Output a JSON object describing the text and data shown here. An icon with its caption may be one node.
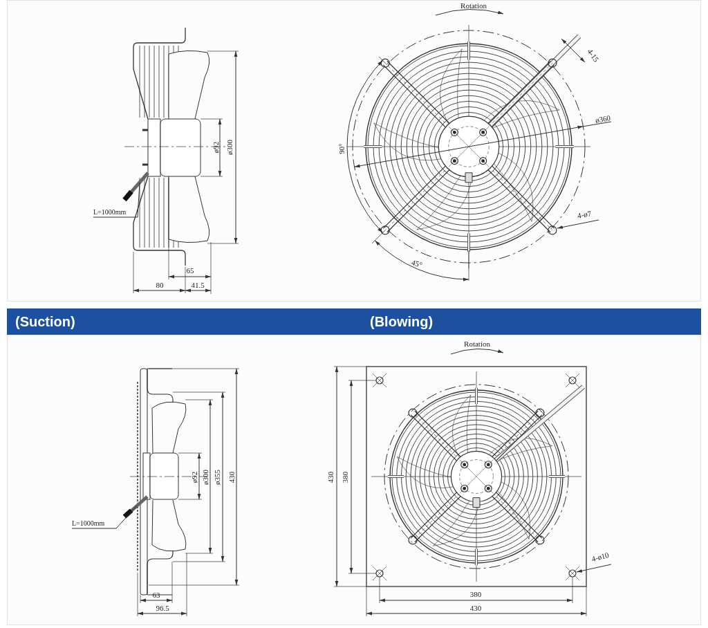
{
  "diagram": {
    "nodes": [
      {
        "text": [
          "L=1000mm"
        ]
      },
      {
        "text": [
          "L=1000mm"
        ]
      }
    ],
    "edges": [
      {
        "from": 0,
        "to": null,
        "arrow": "none"
      },
      {
        "from": 1,
        "to": null,
        "arrow": "none"
      }
    ],
    "labels": [
      "ø92",
      "ø300",
      "65",
      "80",
      "41.5",
      "Rotation",
      "4-15",
      "ø360",
      "90°",
      "4-ø7",
      "45°",
      "(Suction)",
      "(Blowing)",
      "ø92",
      "ø300",
      "ø355",
      "430",
      "63",
      "96.5",
      "Rotation",
      "430",
      "380",
      "4-ø10",
      "380",
      "430"
    ]
  }
}
